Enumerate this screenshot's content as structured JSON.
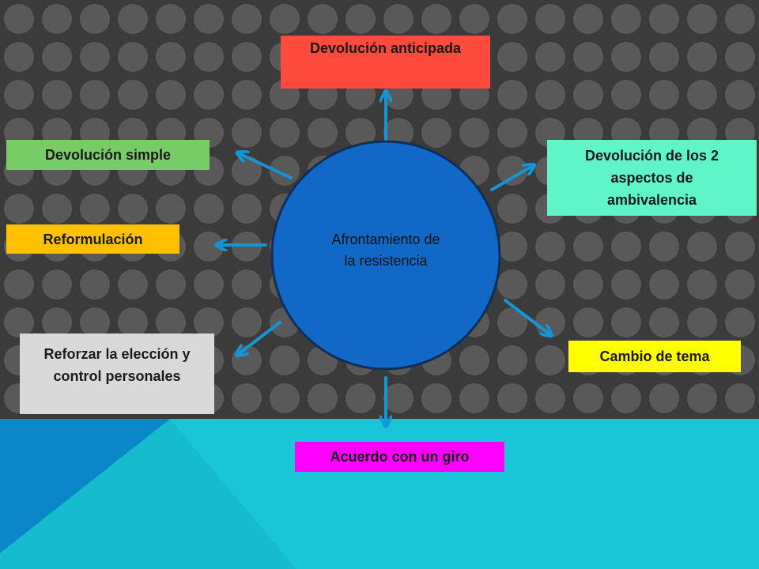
{
  "colors": {
    "background": "#3b3b3b",
    "dot": "#595959",
    "floor_teal": "#16bccd",
    "floor_light": "#19c6d8",
    "floor_left": "#0b86c8",
    "circle_fill": "#1168c6",
    "circle_stroke": "#0e2f5a",
    "arrow": "#1495d6"
  },
  "center": {
    "label": "Afrontamiento de\nla resistencia"
  },
  "nodes": [
    {
      "id": "devolucion-anticipada",
      "label": "Devolución anticipada",
      "color": "#ff4b3e"
    },
    {
      "id": "devolucion-simple",
      "label": "Devolución simple",
      "color": "#77cc66"
    },
    {
      "id": "reformulacion",
      "label": "Reformulación",
      "color": "#ffc000"
    },
    {
      "id": "reforzar",
      "label": "Reforzar la elección y\ncontrol personales",
      "color": "#d9d9d9"
    },
    {
      "id": "ambivalencia",
      "label": "Devolución de los 2\naspectos de\nambivalencia",
      "color": "#5ff5c8"
    },
    {
      "id": "cambio-tema",
      "label": "Cambio de tema",
      "color": "#ffff00"
    },
    {
      "id": "acuerdo-giro",
      "label": "Acuerdo con un giro",
      "color": "#ff00ff"
    }
  ]
}
